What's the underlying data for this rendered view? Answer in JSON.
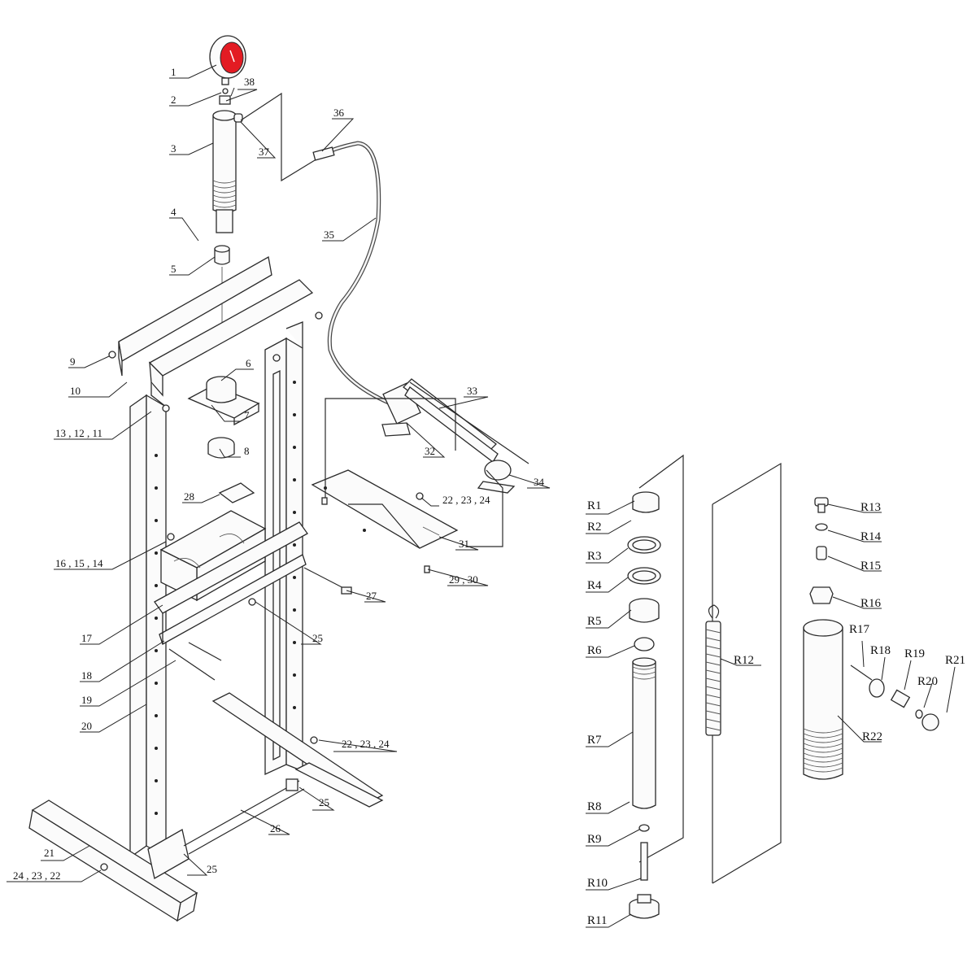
{
  "highlight_color": "#e31b23",
  "labels": {
    "l1": "1",
    "l2": "2",
    "l3": "3",
    "l4": "4",
    "l5": "5",
    "l6": "6",
    "l7": "7",
    "l8": "8",
    "l9": "9",
    "l10": "10",
    "l11": "13 , 12 , 11",
    "l14": "16 , 15 , 14",
    "l17": "17",
    "l18": "18",
    "l19": "19",
    "l20": "20",
    "l21": "21",
    "l22a": "22 , 23 , 24",
    "l22b": "22 , 23 , 24",
    "l24": "24 , 23 , 22",
    "l25a": "25",
    "l25b": "25",
    "l25c": "25",
    "l26": "26",
    "l27": "27",
    "l28": "28",
    "l29": "29 , 30",
    "l31": "31",
    "l32": "32",
    "l33": "33",
    "l34": "34",
    "l35": "35",
    "l36": "36",
    "l37": "37",
    "l38": "38",
    "r1": "R1",
    "r2": "R2",
    "r3": "R3",
    "r4": "R4",
    "r5": "R5",
    "r6": "R6",
    "r7": "R7",
    "r8": "R8",
    "r9": "R9",
    "r10": "R10",
    "r11": "R11",
    "r12": "R12",
    "r13": "R13",
    "r14": "R14",
    "r15": "R15",
    "r16": "R16",
    "r17": "R17",
    "r18": "R18",
    "r19": "R19",
    "r20": "R20",
    "r21": "R21",
    "r22": "R22"
  }
}
